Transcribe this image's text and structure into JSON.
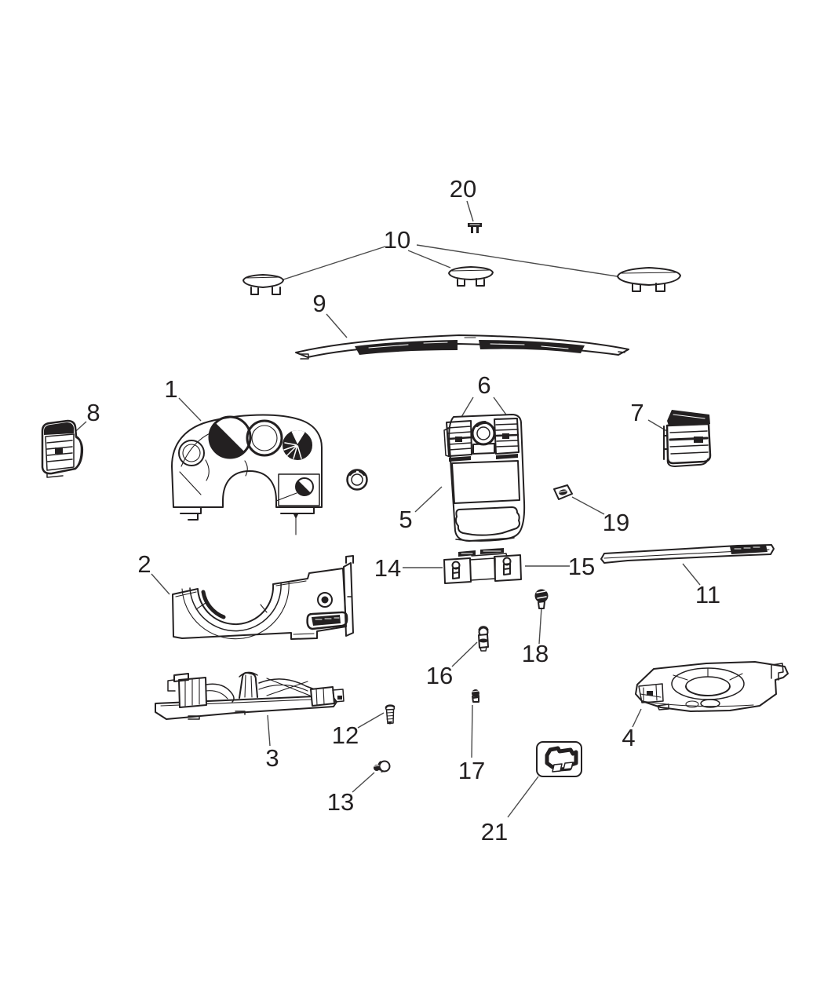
{
  "page": {
    "background": "#ffffff",
    "line_color": "#232021"
  },
  "callouts": [
    {
      "label": "1"
    },
    {
      "label": "2"
    },
    {
      "label": "3"
    },
    {
      "label": "4"
    },
    {
      "label": "5"
    },
    {
      "label": "6"
    },
    {
      "label": "7"
    },
    {
      "label": "8"
    },
    {
      "label": "9"
    },
    {
      "label": "10"
    },
    {
      "label": "11"
    },
    {
      "label": "12"
    },
    {
      "label": "13"
    },
    {
      "label": "14"
    },
    {
      "label": "15"
    },
    {
      "label": "16"
    },
    {
      "label": "17"
    },
    {
      "label": "18"
    },
    {
      "label": "19"
    },
    {
      "label": "20"
    },
    {
      "label": "21"
    }
  ]
}
